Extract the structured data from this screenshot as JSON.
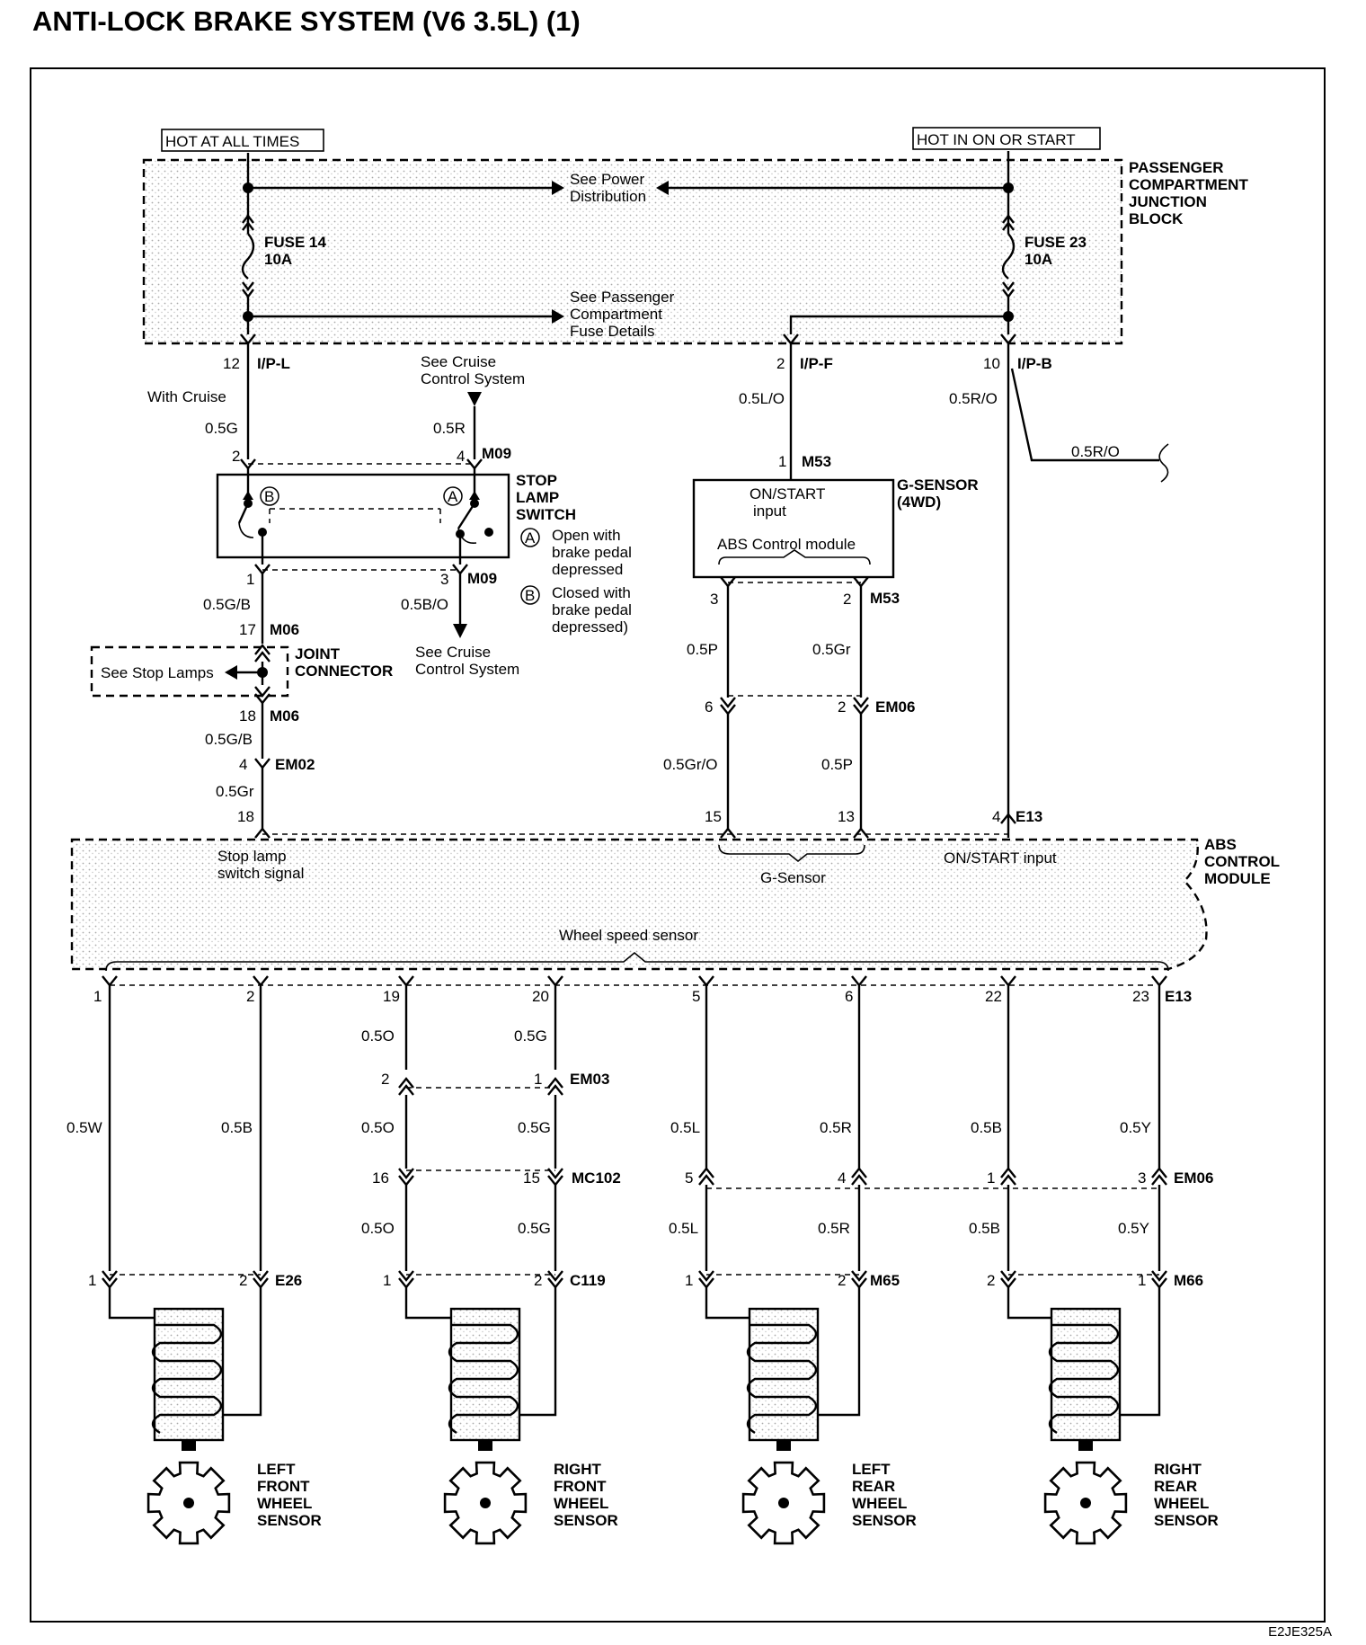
{
  "title": "ANTI-LOCK BRAKE SYSTEM (V6 3.5L) (1)",
  "drawing_code": "E2JE325A",
  "power": {
    "hot_at_all_times": "HOT AT ALL TIMES",
    "hot_in_on_or_start": "HOT IN ON OR START"
  },
  "junction_block": {
    "label": [
      "PASSENGER",
      "COMPARTMENT",
      "JUNCTION",
      "BLOCK"
    ]
  },
  "refs": {
    "power_distribution": [
      "See Power",
      "Distribution"
    ],
    "fuse_details": [
      "See Passenger",
      "Compartment",
      "Fuse Details"
    ],
    "cruise_top": [
      "See Cruise",
      "Control System"
    ],
    "cruise_bottom": [
      "See Cruise",
      "Control System"
    ],
    "stop_lamps": "See Stop Lamps"
  },
  "fuses": {
    "fuse14": [
      "FUSE 14",
      "10A"
    ],
    "fuse23": [
      "FUSE 23",
      "10A"
    ]
  },
  "connectors": {
    "ip_l": "I/P-L",
    "ip_f": "I/P-F",
    "ip_b": "I/P-B",
    "m09": "M09",
    "m09b": "M09",
    "m53": "M53",
    "m53b": "M53",
    "m06a": "M06",
    "m06b": "M06",
    "em02": "EM02",
    "em06a": "EM06",
    "e13a": "E13",
    "e13b": "E13",
    "em03": "EM03",
    "mc102": "MC102",
    "em06b": "EM06",
    "e26": "E26",
    "c119": "C119",
    "m65": "M65",
    "m66": "M66"
  },
  "pins": {
    "p12": "12",
    "p2a": "2",
    "p10": "10",
    "p1m53": "1",
    "sw2": "2",
    "sw4": "4",
    "sw1": "1",
    "sw3": "3",
    "j17": "17",
    "j18": "18",
    "em02_4": "4",
    "abs18": "18",
    "g3": "3",
    "g2": "2",
    "em06_6": "6",
    "em06_2": "2",
    "abs15": "15",
    "abs13": "13",
    "abs4": "4",
    "o1": "1",
    "o2": "2",
    "o19": "19",
    "o20": "20",
    "o5": "5",
    "o6": "6",
    "o22": "22",
    "o23": "23",
    "em03_2": "2",
    "em03_1": "1",
    "mc16": "16",
    "mc15": "15",
    "em06_5": "5",
    "em06_4": "4",
    "em06_1": "1",
    "em06_3": "3",
    "e26_1": "1",
    "e26_2": "2",
    "c119_1": "1",
    "c119_2": "2",
    "m65_1": "1",
    "m65_2": "2",
    "m66_2": "2",
    "m66_1": "1"
  },
  "wires": {
    "with_cruise": "With Cruise",
    "w05G": "0.5G",
    "w05R": "0.5R",
    "w05LO": "0.5L/O",
    "w05RO": "0.5R/O",
    "w05RO_b": "0.5R/O",
    "w05GB": "0.5G/B",
    "w05BO": "0.5B/O",
    "w05GB_b": "0.5G/B",
    "w05Gr": "0.5Gr",
    "w05P": "0.5P",
    "w05Gr_b": "0.5Gr",
    "w05GrO": "0.5Gr/O",
    "w05P_b": "0.5P",
    "w05W": "0.5W",
    "w05B": "0.5B",
    "w05O_1": "0.5O",
    "w05G_1": "0.5G",
    "w05O_2": "0.5O",
    "w05G_2": "0.5G",
    "w05O_3": "0.5O",
    "w05G_3": "0.5G",
    "w05L_1": "0.5L",
    "w05R_1": "0.5R",
    "w05L_2": "0.5L",
    "w05R_2": "0.5R",
    "w05B_1": "0.5B",
    "w05Y_1": "0.5Y",
    "w05B_2": "0.5B",
    "w05Y_2": "0.5Y"
  },
  "stop_lamp_switch": {
    "label": [
      "STOP",
      "LAMP",
      "SWITCH"
    ],
    "mark_a": "A",
    "mark_b": "B",
    "note_a": [
      "Open with",
      "brake pedal",
      "depressed"
    ],
    "note_b": [
      "Closed with",
      "brake pedal",
      "depressed)"
    ]
  },
  "joint_connector": [
    "JOINT",
    "CONNECTOR"
  ],
  "g_sensor": {
    "label": [
      "G-SENSOR",
      "(4WD)"
    ],
    "on_start": [
      "ON/START",
      "input"
    ],
    "abs_module": "ABS Control module"
  },
  "abs_module": {
    "label": [
      "ABS",
      "CONTROL",
      "MODULE"
    ],
    "stop_signal": [
      "Stop lamp",
      "switch signal"
    ],
    "g_sensor": "G-Sensor",
    "on_start": "ON/START input",
    "wheel_speed": "Wheel speed sensor"
  },
  "sensors": [
    {
      "name": [
        "LEFT",
        "FRONT",
        "WHEEL",
        "SENSOR"
      ]
    },
    {
      "name": [
        "RIGHT",
        "FRONT",
        "WHEEL",
        "SENSOR"
      ]
    },
    {
      "name": [
        "LEFT",
        "REAR",
        "WHEEL",
        "SENSOR"
      ]
    },
    {
      "name": [
        "RIGHT",
        "REAR",
        "WHEEL",
        "SENSOR"
      ]
    }
  ]
}
